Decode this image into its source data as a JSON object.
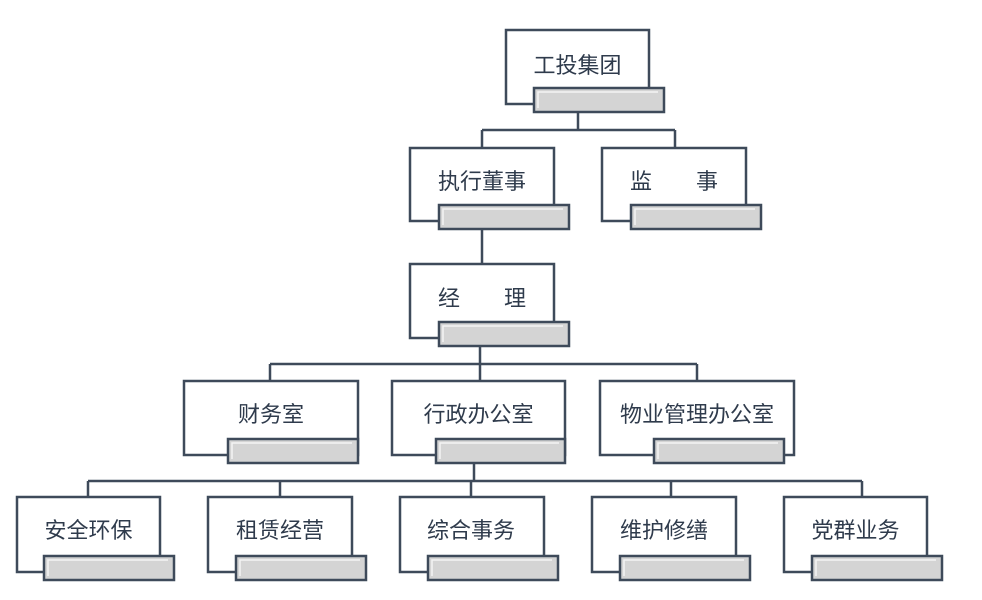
{
  "org_chart": {
    "nodes": [
      {
        "id": "group",
        "label": "工投集团",
        "parent": null
      },
      {
        "id": "exec",
        "label": "执行董事",
        "parent": "group"
      },
      {
        "id": "sup",
        "label": "监　　事",
        "parent": "group"
      },
      {
        "id": "mgr",
        "label": "经　　理",
        "parent": "exec"
      },
      {
        "id": "finance",
        "label": "财务室",
        "parent": "mgr"
      },
      {
        "id": "admin",
        "label": "行政办公室",
        "parent": "mgr"
      },
      {
        "id": "prop",
        "label": "物业管理办公室",
        "parent": "mgr"
      },
      {
        "id": "safety",
        "label": "安全环保",
        "parent": "admin"
      },
      {
        "id": "lease",
        "label": "租赁经营",
        "parent": "admin"
      },
      {
        "id": "general",
        "label": "综合事务",
        "parent": "admin"
      },
      {
        "id": "maint",
        "label": "维护修缮",
        "parent": "admin"
      },
      {
        "id": "party",
        "label": "党群业务",
        "parent": "admin"
      }
    ]
  },
  "colors": {
    "border": "#3e4a5a",
    "tab_fill": "#d4d4d4",
    "text": "#2f3b4c"
  }
}
